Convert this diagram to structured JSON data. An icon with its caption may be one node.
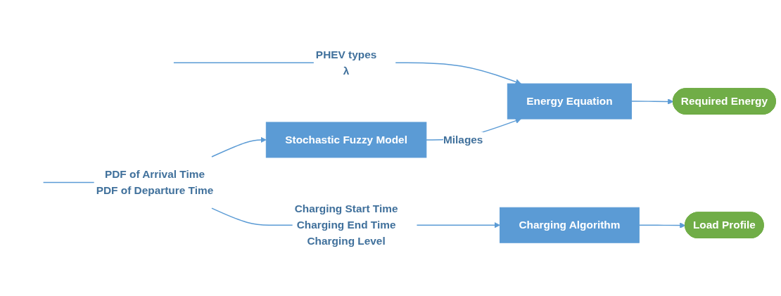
{
  "diagram": {
    "nodes": [
      {
        "text": [
          "PDF of Arrival Time",
          "PDF of Departure Time"
        ]
      },
      {
        "text": [
          "Stochastic Fuzzy Model"
        ]
      },
      {
        "text": [
          "PHEV types",
          "λ"
        ]
      },
      {
        "text": [
          "Energy Equation"
        ]
      },
      {
        "text": [
          "Required Energy"
        ]
      },
      {
        "text": [
          "Charging Start Time",
          "Charging End Time",
          "Charging Level"
        ]
      },
      {
        "text": [
          "Charging Algorithm"
        ]
      },
      {
        "text": [
          "Load Profile"
        ]
      }
    ],
    "edges": [
      {
        "from": null,
        "to": 0,
        "arrow": "none"
      },
      {
        "from": 0,
        "to": 1,
        "arrow": "to"
      },
      {
        "from": 1,
        "to": 3,
        "arrow": "to",
        "label": "Milages"
      },
      {
        "from": null,
        "to": 2,
        "arrow": "none"
      },
      {
        "from": 2,
        "to": 3,
        "arrow": "to"
      },
      {
        "from": 3,
        "to": 4,
        "arrow": "to"
      },
      {
        "from": 0,
        "to": 5,
        "arrow": "none"
      },
      {
        "from": 5,
        "to": 6,
        "arrow": "to"
      },
      {
        "from": 6,
        "to": 7,
        "arrow": "to"
      }
    ]
  }
}
